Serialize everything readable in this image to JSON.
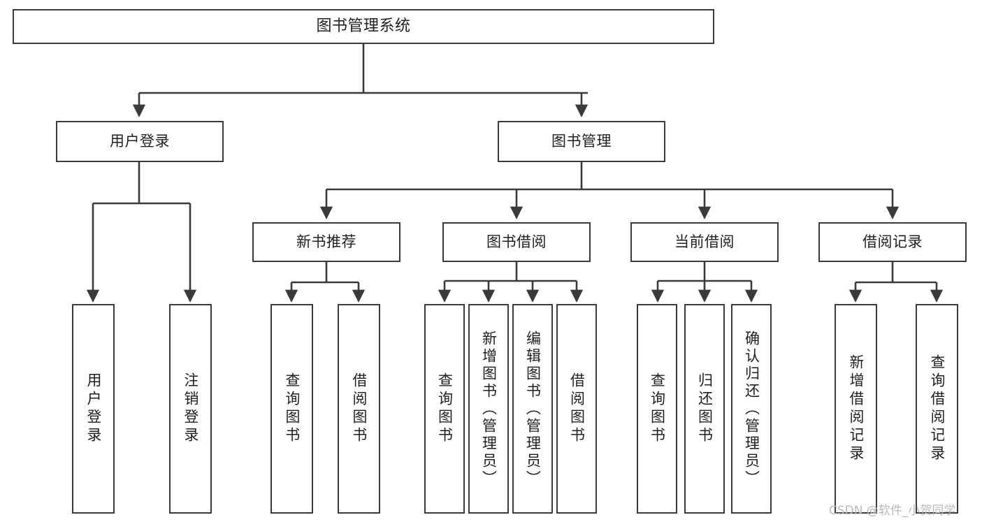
{
  "diagram": {
    "title": "图书管理系统",
    "type": "tree-hierarchy-diagram",
    "colors": {
      "box_border": "#3a3a3a",
      "box_fill": "#ffffff",
      "connector": "#3a3a3a",
      "text": "#1f1f1f",
      "watermark": "#b9b9b9",
      "background": "#ffffff"
    },
    "root": {
      "label": "图书管理系统"
    },
    "level2": [
      {
        "label": "用户登录"
      },
      {
        "label": "图书管理"
      }
    ],
    "level3": [
      {
        "label": "新书推荐"
      },
      {
        "label": "图书借阅"
      },
      {
        "label": "当前借阅"
      },
      {
        "label": "借阅记录"
      }
    ],
    "leaves": {
      "user_login": [
        {
          "label": "用户登录"
        },
        {
          "label": "注销登录"
        }
      ],
      "new_book_recommend": [
        {
          "label": "查询图书"
        },
        {
          "label": "借阅图书"
        }
      ],
      "book_borrow": [
        {
          "label": "查询图书"
        },
        {
          "label": "新增图书（管理员）"
        },
        {
          "label": "编辑图书（管理员）"
        },
        {
          "label": "借阅图书"
        }
      ],
      "current_borrow": [
        {
          "label": "查询图书"
        },
        {
          "label": "归还图书"
        },
        {
          "label": "确认归还（管理员）"
        }
      ],
      "borrow_record": [
        {
          "label": "新增借阅记录"
        },
        {
          "label": "查询借阅记录"
        }
      ]
    },
    "watermark": "CSDN @软件_小贺同学"
  }
}
